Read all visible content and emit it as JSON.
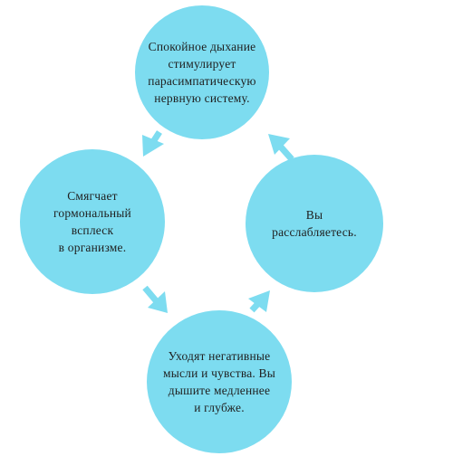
{
  "colors": {
    "circle_fill": "#7ddcf0",
    "text": "#1f1f1f",
    "background": "#ffffff"
  },
  "nodes": {
    "top": {
      "text": "Спокойное дыхание\nстимулирует\nпарасимпатическую\nнервную систему."
    },
    "right": {
      "text": "Вы\nрасслабляетесь."
    },
    "bottom": {
      "text": "Уходят негативные\nмысли и чувства. Вы\nдышите медленнее\nи глубже."
    },
    "left": {
      "text": "Смягчает\nгормональный\nвсплеск\nв организме."
    }
  },
  "cycle": {
    "direction": "counter-clockwise",
    "arrows": [
      "top-to-left",
      "left-to-bottom",
      "bottom-to-right",
      "right-to-top"
    ]
  }
}
